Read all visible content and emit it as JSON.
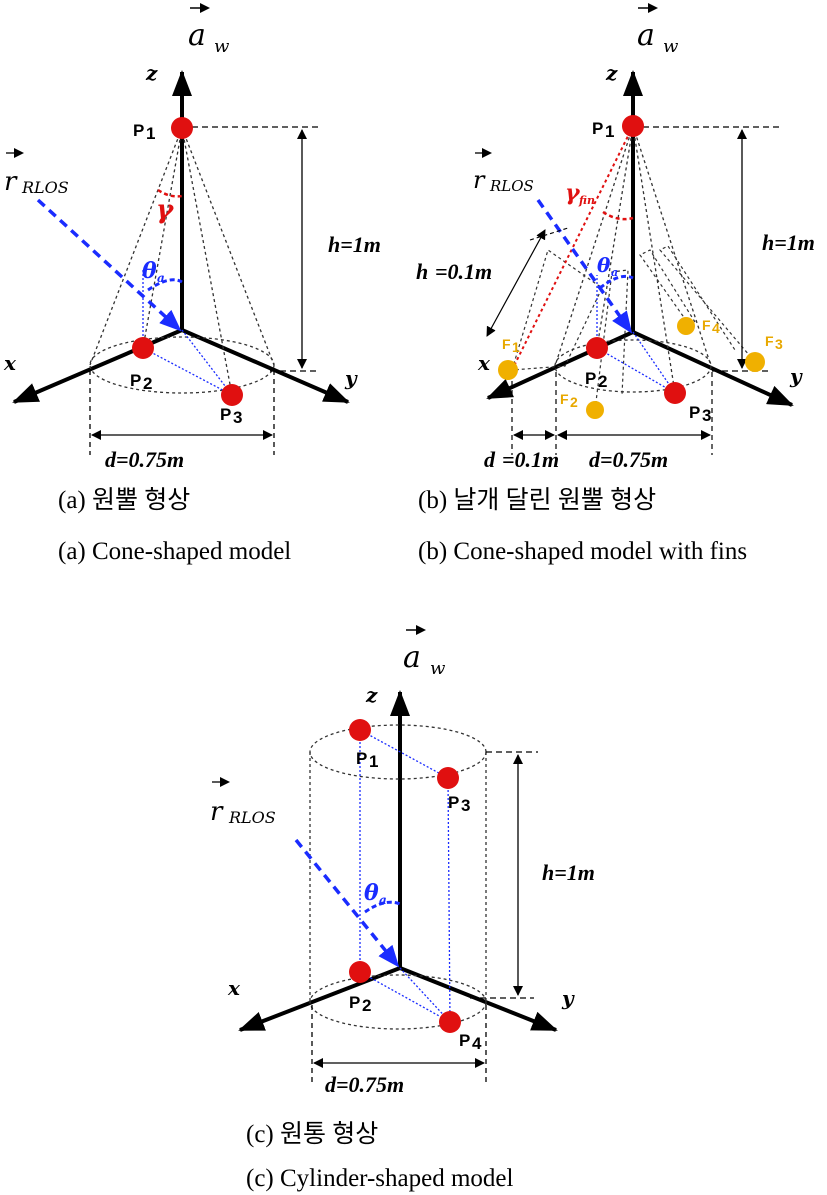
{
  "labels": {
    "aw": "a",
    "aw_sub": "w",
    "z": "z",
    "x": "x",
    "y": "y",
    "r_rlos": "r",
    "r_rlos_sub": "RLOS",
    "gamma": "γ",
    "gamma_fin": "γ",
    "gamma_fin_sub": "fin",
    "theta": "θ",
    "theta_sub": "a",
    "h": "h=1m",
    "d": "d=0.75m",
    "hf": "h",
    "hf_rest": "=0.1m",
    "df": "d",
    "df_rest": "=0.1m",
    "p": "P",
    "p1": "1",
    "p2": "2",
    "p3": "3",
    "p4": "4",
    "f": "F",
    "f1": "1",
    "f2": "2",
    "f3": "3",
    "f4": "4"
  },
  "captions": {
    "a_ko": "(a) 원뿔 형상",
    "a_en": "(a) Cone-shaped model",
    "b_ko": "(b) 날개 달린 원뿔 형상",
    "b_en": "(b) Cone-shaped model with fins",
    "c_ko": "(c) 원통 형상",
    "c_en": "(c) Cylinder-shaped model"
  },
  "colors": {
    "point": "#e01010",
    "fin_point": "#f0b000",
    "ray": "#1a2cff",
    "gamma": "#e01010",
    "axis": "#000000"
  }
}
